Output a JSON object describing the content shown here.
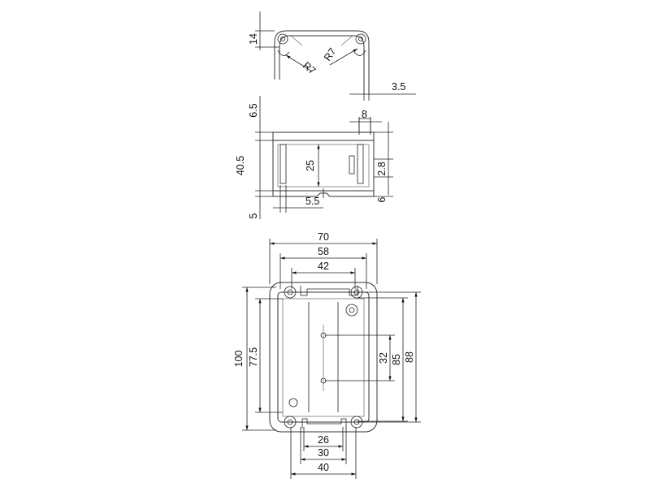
{
  "top_view": {
    "dim_height": "14",
    "dim_radius_left": "R7",
    "dim_radius_right": "R7",
    "dim_thickness": "3.5"
  },
  "side_view": {
    "dim_lid": "6.5",
    "dim_body": "40.5",
    "dim_base": "5",
    "dim_inner": "25",
    "dim_offset": "5.5",
    "dim_slot": "8",
    "dim_slot_h": "2.8",
    "dim_foot": "6"
  },
  "front_view": {
    "dim_w70": "70",
    "dim_w58": "58",
    "dim_w42": "42",
    "dim_h100": "100",
    "dim_h775": "77.5",
    "dim_h32": "32",
    "dim_h85": "85",
    "dim_h88": "88",
    "dim_w26": "26",
    "dim_w30": "30",
    "dim_w40": "40"
  }
}
